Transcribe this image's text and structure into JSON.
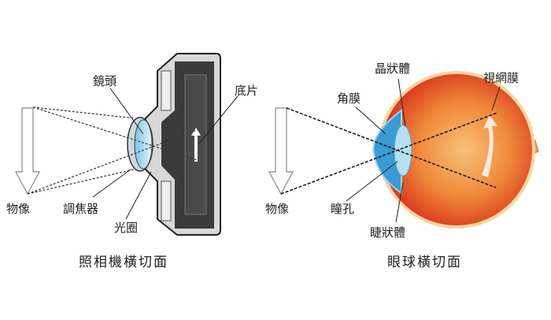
{
  "camera": {
    "title": "照相機橫切面",
    "labels": {
      "lens": "鏡頭",
      "film": "底片",
      "object": "物像",
      "focus": "調焦器",
      "aperture": "光圈"
    }
  },
  "eye": {
    "title": "眼球橫切面",
    "labels": {
      "crystalline_lens": "晶狀體",
      "retina": "視網膜",
      "cornea": "角膜",
      "object": "物像",
      "pupil": "瞳孔",
      "ciliary_body": "睫狀體"
    }
  },
  "colors": {
    "eye_red": "#d9381e",
    "eye_orange": "#f08a3c",
    "cornea": "#3a9bd5",
    "camera_dark": "#2a2a2a"
  }
}
